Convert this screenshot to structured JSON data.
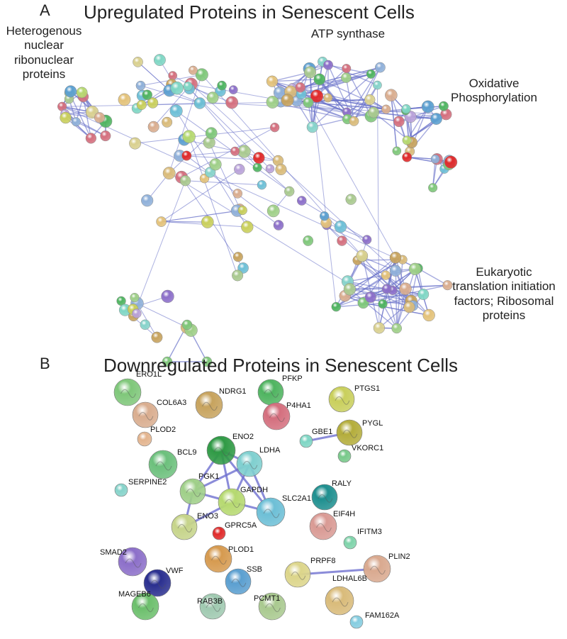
{
  "panel_a": {
    "letter": "A",
    "title": "Upregulated Proteins in Senescent Cells",
    "clusters": {
      "hnrnp": "Heterogenous nuclear ribonuclear proteins",
      "atp": "ATP synthase",
      "oxphos": "Oxidative Phosphorylation",
      "eif": "Eukaryotic translation initiation factors; Ribosomal proteins"
    }
  },
  "panel_b": {
    "letter": "B",
    "title": "Downregulated Proteins in Senescent Cells",
    "nodes": [
      {
        "id": "ERO1L",
        "label": "ERO1L",
        "color": "#7fc77a"
      },
      {
        "id": "COL6A3",
        "label": "COL6A3",
        "color": "#d9ad8f"
      },
      {
        "id": "PLOD2",
        "label": "PLOD2",
        "color": "#e3b48e"
      },
      {
        "id": "NDRG1",
        "label": "NDRG1",
        "color": "#c7a35e"
      },
      {
        "id": "PFKP",
        "label": "PFKP",
        "color": "#4fb460"
      },
      {
        "id": "P4HA1",
        "label": "P4HA1",
        "color": "#d46f7e"
      },
      {
        "id": "PTGS1",
        "label": "PTGS1",
        "color": "#c9cf5c"
      },
      {
        "id": "PYGL",
        "label": "PYGL",
        "color": "#b4ad3c"
      },
      {
        "id": "GBE1",
        "label": "GBE1",
        "color": "#7fd6c4"
      },
      {
        "id": "VKORC1",
        "label": "VKORC1",
        "color": "#78c98a"
      },
      {
        "id": "BCL9",
        "label": "BCL9",
        "color": "#6cc07c"
      },
      {
        "id": "ENO2",
        "label": "ENO2",
        "color": "#2f9a45"
      },
      {
        "id": "LDHA",
        "label": "LDHA",
        "color": "#7fcfcf"
      },
      {
        "id": "SERPINE2",
        "label": "SERPINE2",
        "color": "#86d3ca"
      },
      {
        "id": "PGK1",
        "label": "PGK1",
        "color": "#9fcf88"
      },
      {
        "id": "GAPDH",
        "label": "GAPDH",
        "color": "#b6d970"
      },
      {
        "id": "SLC2A1",
        "label": "SLC2A1",
        "color": "#6dbfd6"
      },
      {
        "id": "RALY",
        "label": "RALY",
        "color": "#1e8f8f"
      },
      {
        "id": "EIF4H",
        "label": "EIF4H",
        "color": "#d99a94"
      },
      {
        "id": "ENO3",
        "label": "ENO3",
        "color": "#c6d48a"
      },
      {
        "id": "GPRC5A",
        "label": "GPRC5A",
        "color": "#e02a2a"
      },
      {
        "id": "IFITM3",
        "label": "IFITM3",
        "color": "#7fd3aa"
      },
      {
        "id": "SMAD2",
        "label": "SMAD2",
        "color": "#8c6fc9"
      },
      {
        "id": "PLOD1",
        "label": "PLOD1",
        "color": "#d69a4f"
      },
      {
        "id": "PLIN2",
        "label": "PLIN2",
        "color": "#d9a98f"
      },
      {
        "id": "PRPF8",
        "label": "PRPF8",
        "color": "#dcd58a"
      },
      {
        "id": "VWF",
        "label": "VWF",
        "color": "#2a2f8f"
      },
      {
        "id": "SSB",
        "label": "SSB",
        "color": "#5b9fd0"
      },
      {
        "id": "MAGEB6",
        "label": "MAGEB6",
        "color": "#6cbf6c"
      },
      {
        "id": "RAB3B",
        "label": "RAB3B",
        "color": "#9fc9b0"
      },
      {
        "id": "PCMT1",
        "label": "PCMT1",
        "color": "#a9c98f"
      },
      {
        "id": "LDHAL6B",
        "label": "LDHAL6B",
        "color": "#d9bb7a"
      },
      {
        "id": "FAM162A",
        "label": "FAM162A",
        "color": "#86cde0"
      }
    ],
    "edges": [
      [
        "GBE1",
        "PYGL"
      ],
      [
        "PGK1",
        "ENO2"
      ],
      [
        "PGK1",
        "LDHA"
      ],
      [
        "PGK1",
        "GAPDH"
      ],
      [
        "PGK1",
        "ENO3"
      ],
      [
        "GAPDH",
        "ENO2"
      ],
      [
        "GAPDH",
        "LDHA"
      ],
      [
        "GAPDH",
        "ENO3"
      ],
      [
        "GAPDH",
        "SLC2A1"
      ],
      [
        "ENO2",
        "LDHA"
      ],
      [
        "LDHA",
        "SLC2A1"
      ],
      [
        "ENO2",
        "SLC2A1"
      ],
      [
        "PRPF8",
        "PLIN2"
      ]
    ]
  },
  "palette": [
    "#7fc77a",
    "#d9ad8f",
    "#c7a35e",
    "#4fb460",
    "#d46f7e",
    "#c9cf5c",
    "#7fd6c4",
    "#86d3ca",
    "#9fcf88",
    "#b6d970",
    "#6dbfd6",
    "#e02a2a",
    "#8c6fc9",
    "#5b9fd0",
    "#d9bb7a",
    "#a9c98f",
    "#e3c27a",
    "#b9a2d9",
    "#8fb0d9",
    "#d9d08f"
  ]
}
